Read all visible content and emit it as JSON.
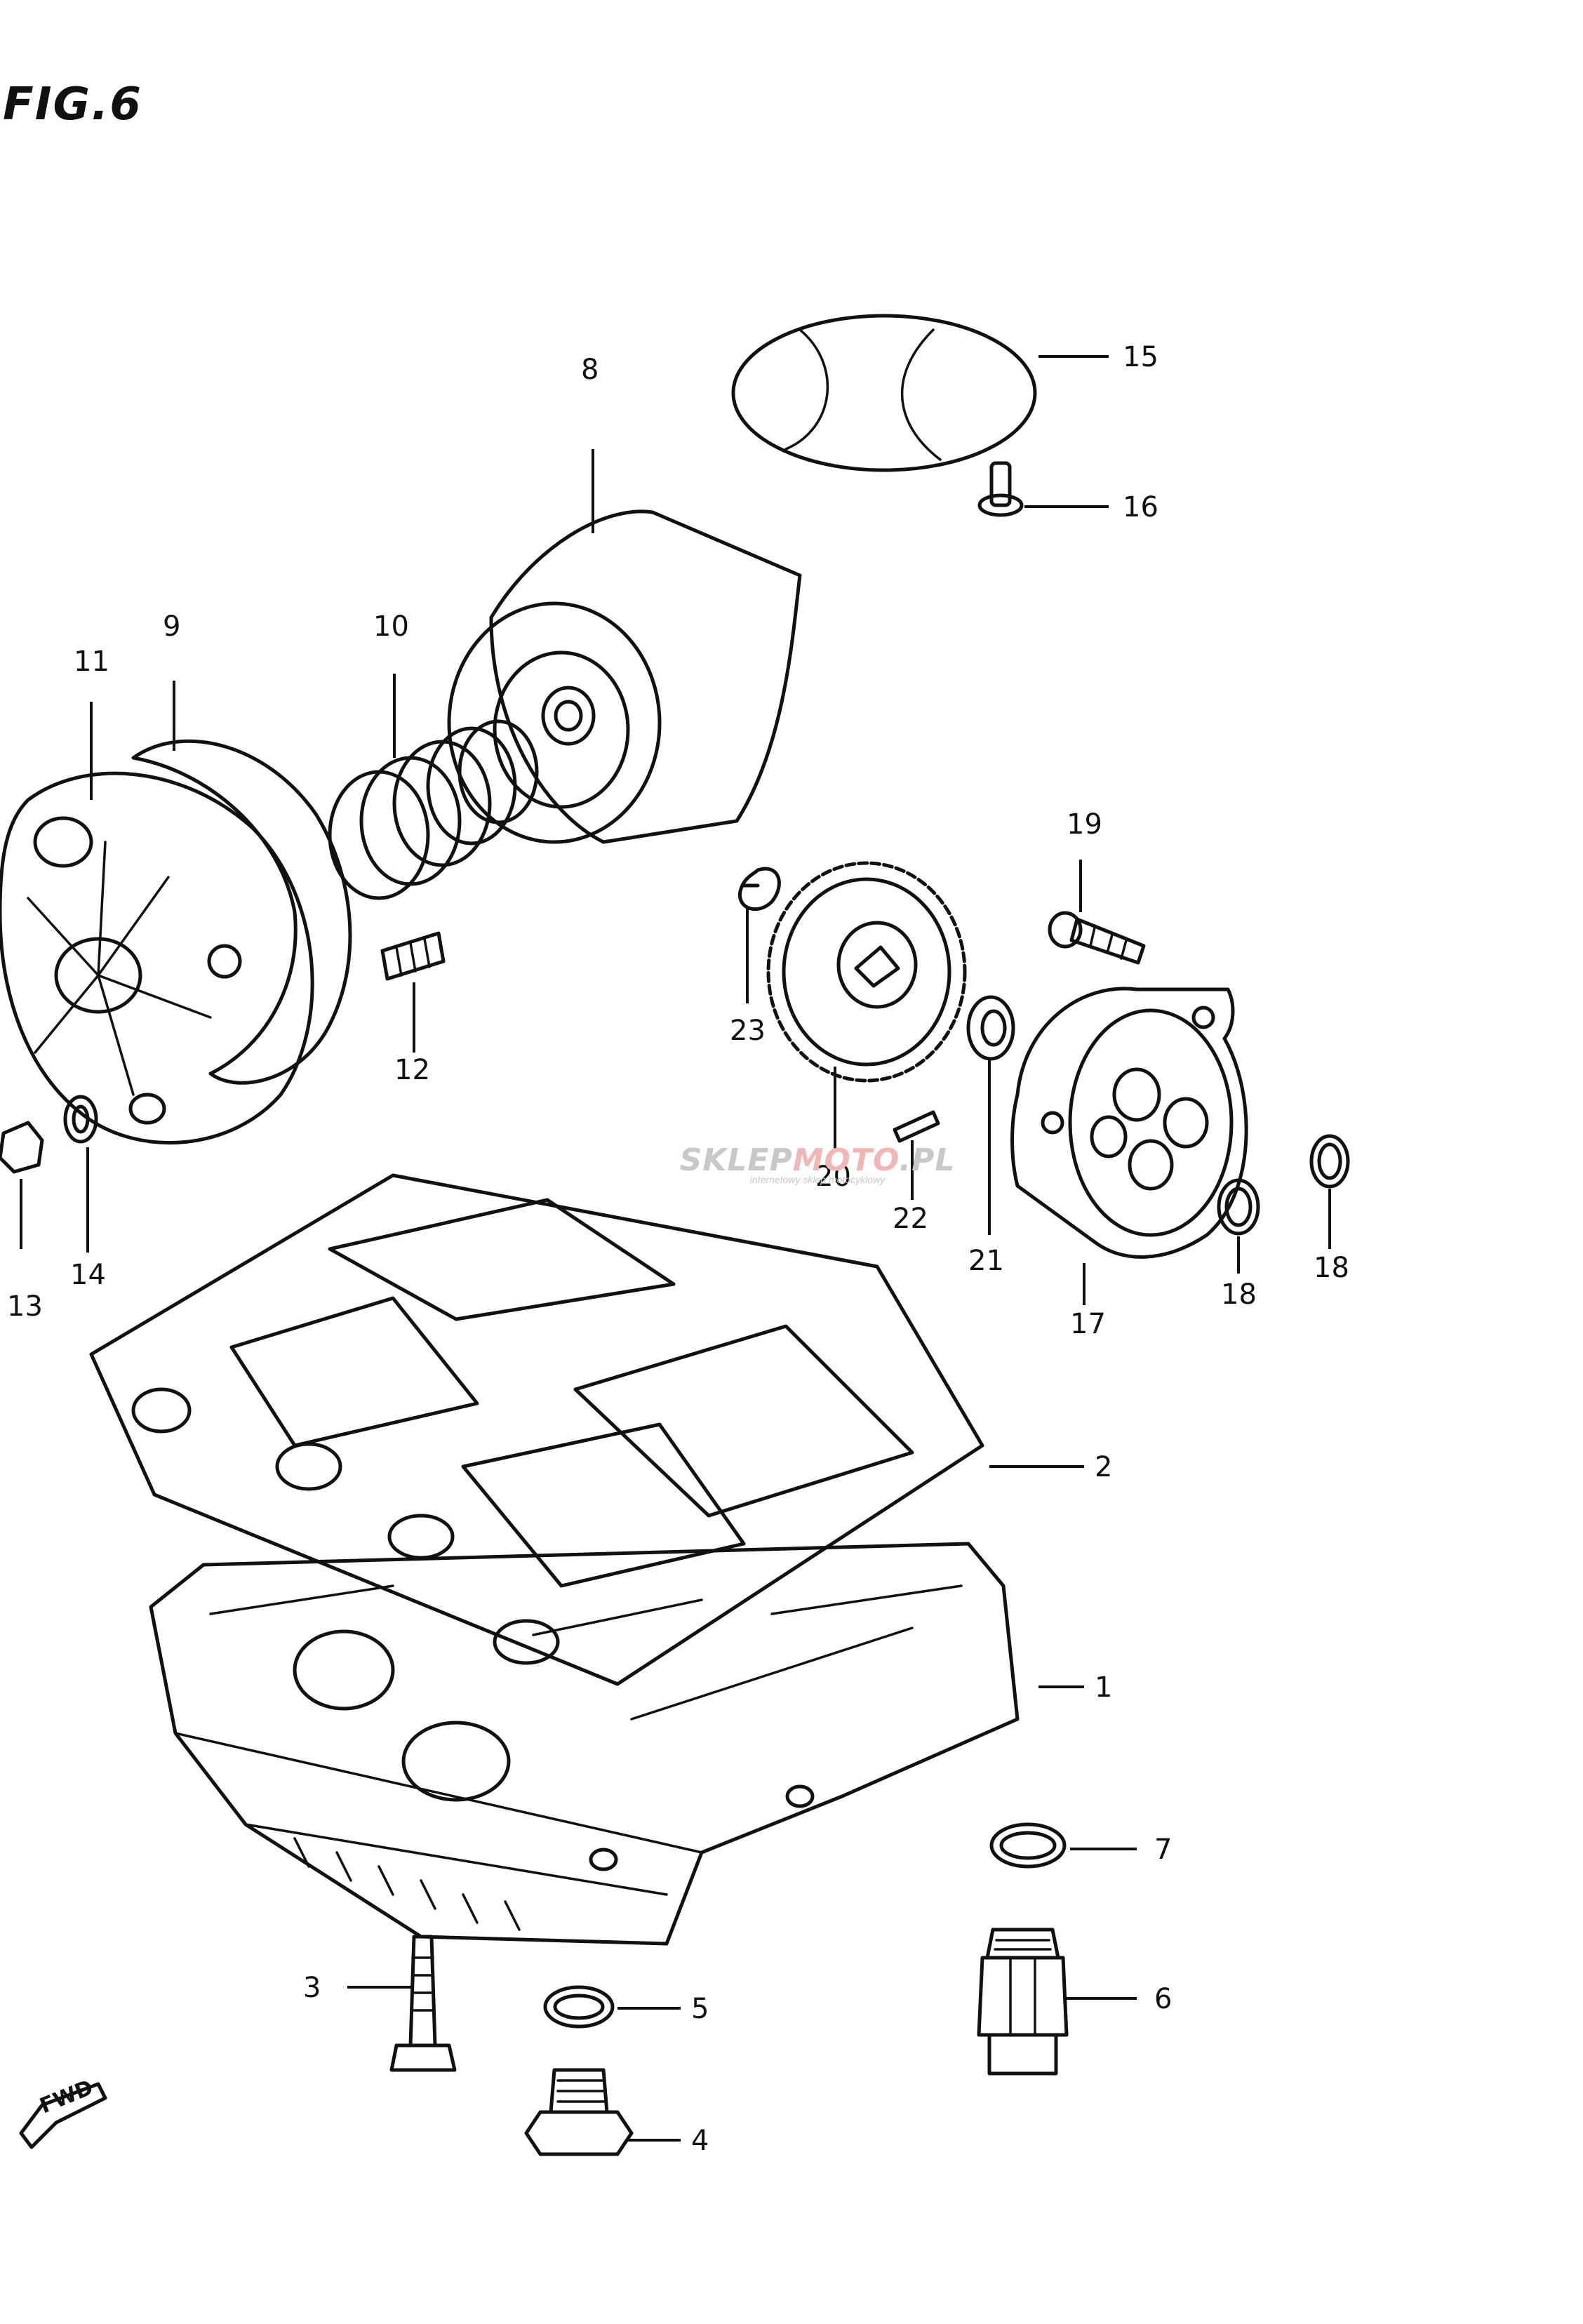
{
  "figure": {
    "title": "FIG.6"
  },
  "watermark": {
    "brand_part1": "SKLEP",
    "brand_part2": "MOTO",
    "brand_part3": "PL",
    "tagline": "internetowy sklep motocyklowy"
  },
  "orientation": {
    "arrow_label": "FWD"
  },
  "callouts": [
    {
      "id": "1",
      "label": "1"
    },
    {
      "id": "2",
      "label": "2"
    },
    {
      "id": "3",
      "label": "3"
    },
    {
      "id": "4",
      "label": "4"
    },
    {
      "id": "5",
      "label": "5"
    },
    {
      "id": "6",
      "label": "6"
    },
    {
      "id": "7",
      "label": "7"
    },
    {
      "id": "8",
      "label": "8"
    },
    {
      "id": "9",
      "label": "9"
    },
    {
      "id": "10",
      "label": "10"
    },
    {
      "id": "11",
      "label": "11"
    },
    {
      "id": "12",
      "label": "12"
    },
    {
      "id": "13",
      "label": "13"
    },
    {
      "id": "14",
      "label": "14"
    },
    {
      "id": "15",
      "label": "15"
    },
    {
      "id": "16",
      "label": "16"
    },
    {
      "id": "17",
      "label": "17"
    },
    {
      "id": "18a",
      "label": "18"
    },
    {
      "id": "18b",
      "label": "18"
    },
    {
      "id": "19",
      "label": "19"
    },
    {
      "id": "20",
      "label": "20"
    },
    {
      "id": "21",
      "label": "21"
    },
    {
      "id": "22",
      "label": "22"
    },
    {
      "id": "23",
      "label": "23"
    }
  ]
}
